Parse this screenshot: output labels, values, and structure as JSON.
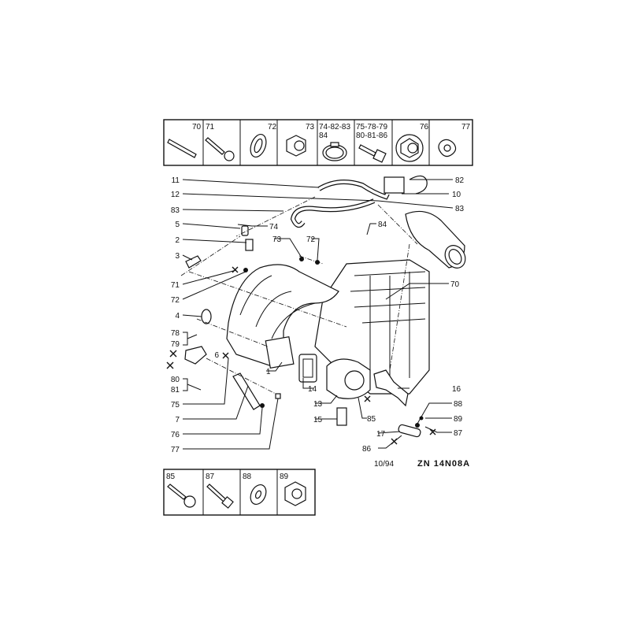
{
  "top_parts_box": {
    "cells": [
      {
        "ref": "70",
        "icon": "stud-icon"
      },
      {
        "ref": "71",
        "icon": "bolt-icon"
      },
      {
        "ref": "72",
        "icon": "washer-icon"
      },
      {
        "ref": "73",
        "icon": "nut-icon"
      },
      {
        "ref_line1": "74-82-83",
        "ref_line2": "84",
        "icon": "hose-clamp-icon"
      },
      {
        "ref_line1": "75-78-79",
        "ref_line2": "80-81-86",
        "icon": "flange-bolt-icon"
      },
      {
        "ref": "76",
        "icon": "flange-nut-icon"
      },
      {
        "ref": "77",
        "icon": "clip-icon"
      }
    ]
  },
  "bottom_parts_box": {
    "cells": [
      {
        "ref": "85",
        "icon": "shouldered-bolt-icon"
      },
      {
        "ref": "87",
        "icon": "bolt-icon"
      },
      {
        "ref": "88",
        "icon": "washer-icon"
      },
      {
        "ref": "89",
        "icon": "nut-icon"
      }
    ]
  },
  "callouts": {
    "left": [
      "11",
      "12",
      "83",
      "5",
      "2",
      "3",
      "71",
      "72",
      "4",
      "78",
      "79",
      "6",
      "80",
      "81",
      "75",
      "7",
      "76",
      "77"
    ],
    "right": [
      "82",
      "10",
      "83",
      "84",
      "74",
      "73",
      "72",
      "70",
      "1",
      "14",
      "16",
      "13",
      "88",
      "89",
      "15",
      "85",
      "17",
      "87",
      "86"
    ]
  },
  "footer": {
    "date": "10/94",
    "reference_code": "ZN 14N08A"
  }
}
